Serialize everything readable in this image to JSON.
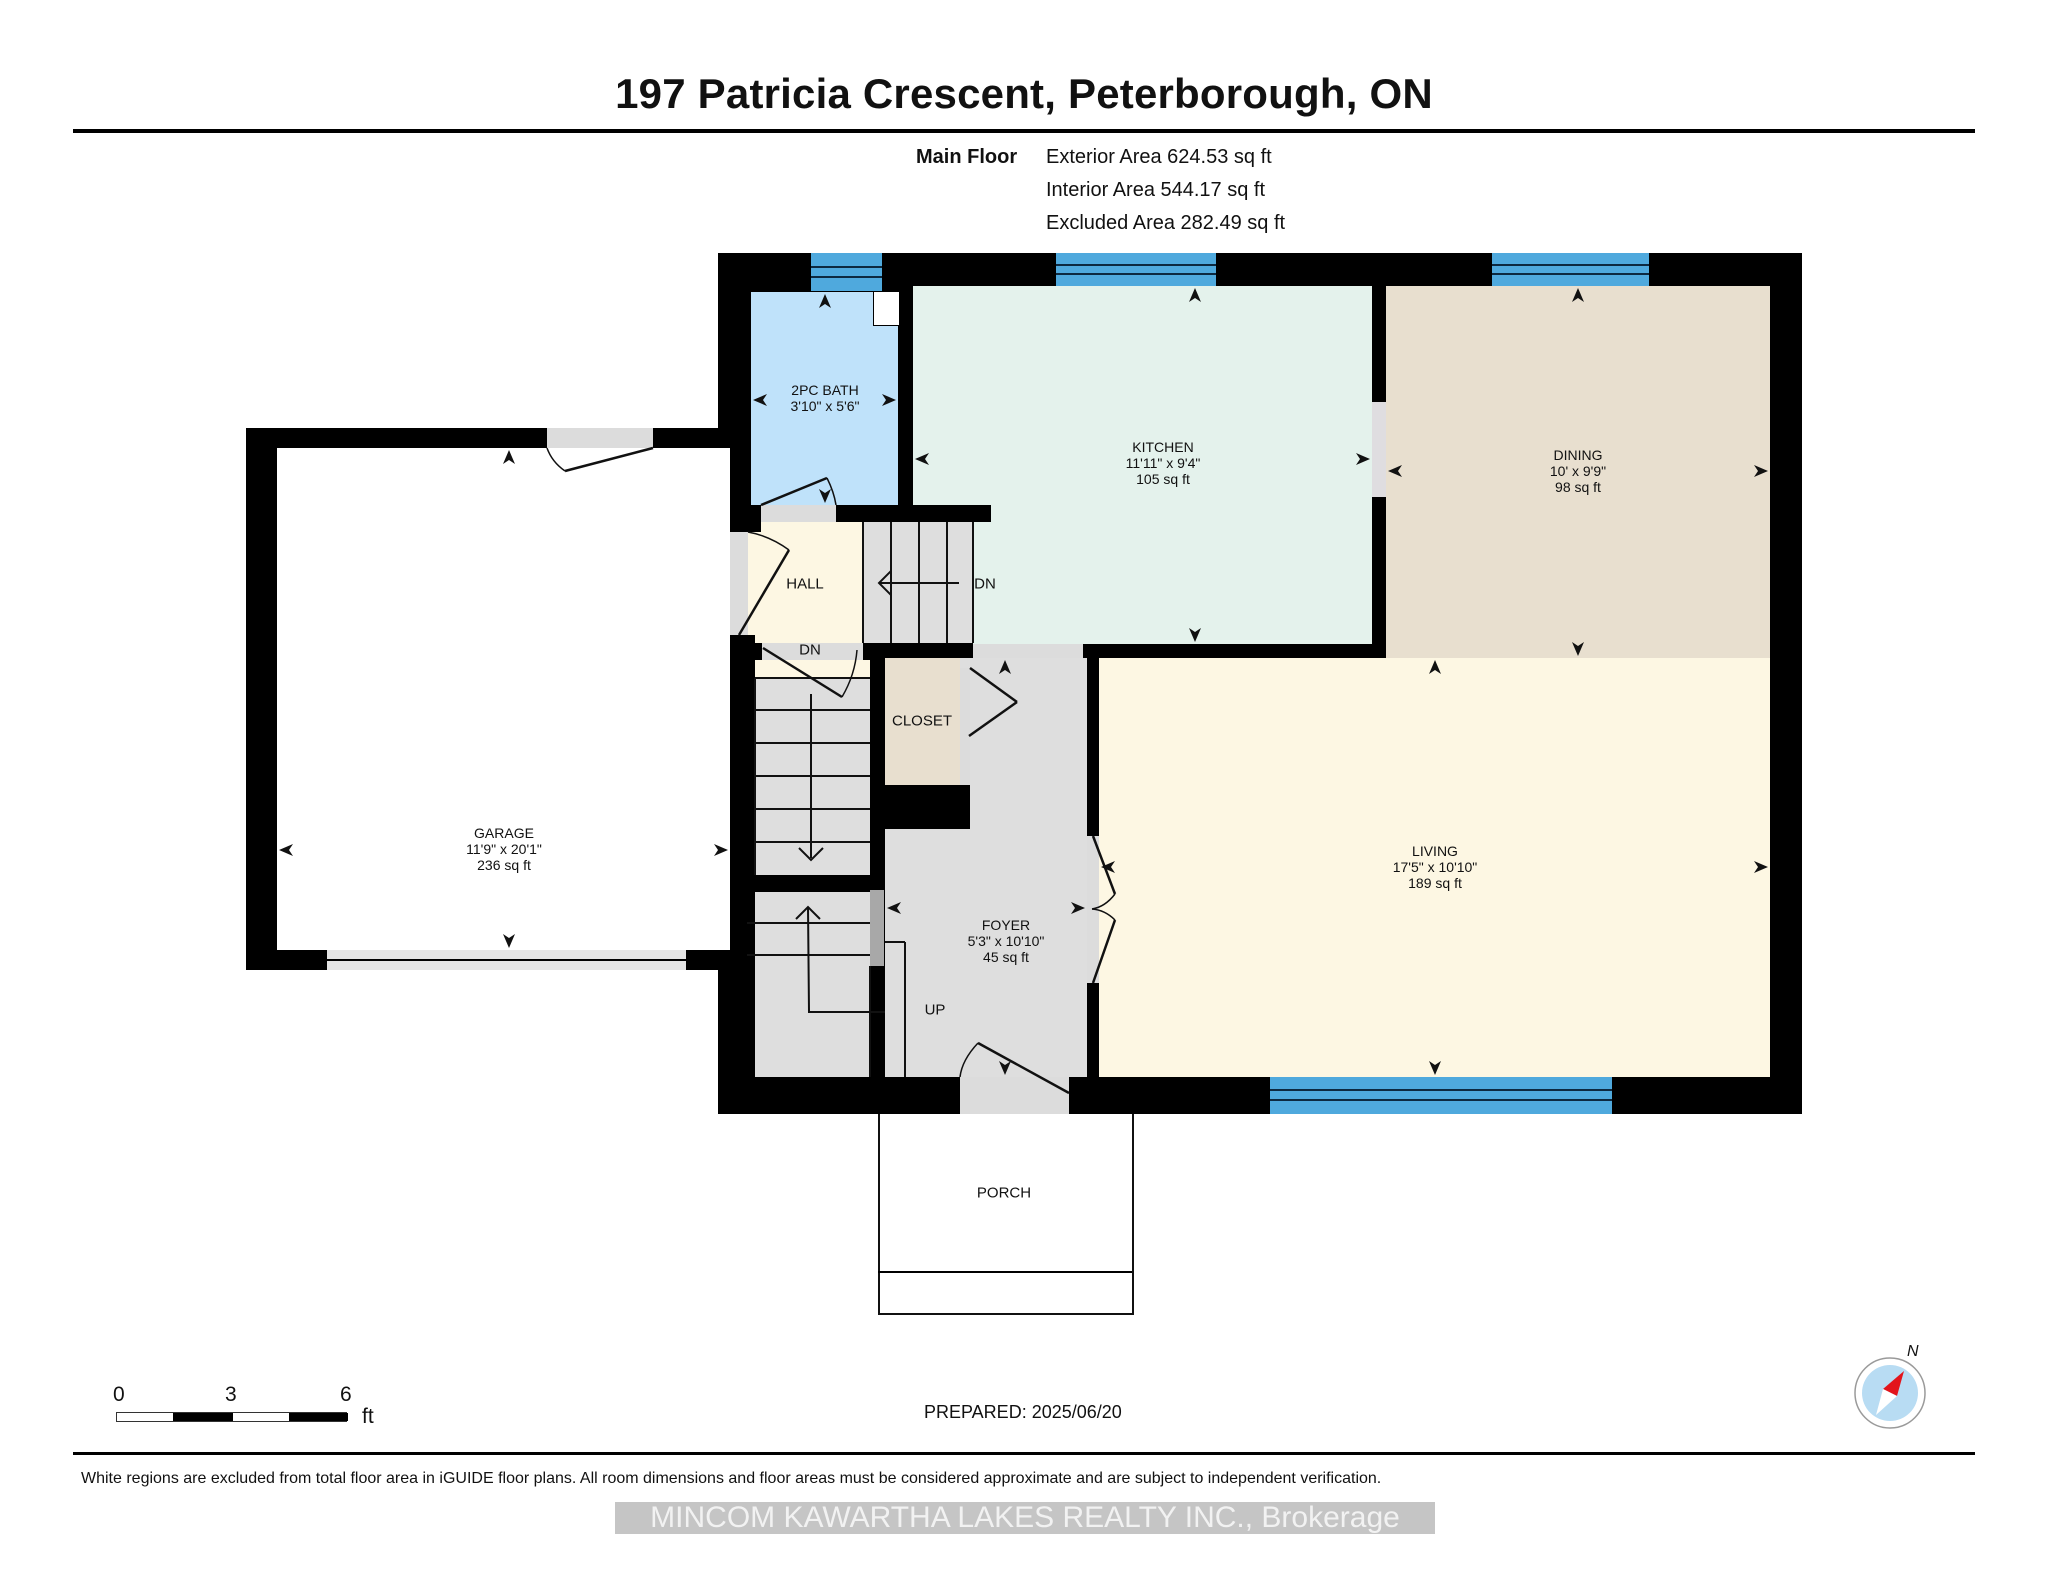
{
  "header": {
    "title": "197 Patricia Crescent, Peterborough, ON"
  },
  "summary": {
    "floor_label": "Main Floor",
    "exterior_area": "Exterior Area 624.53 sq ft",
    "interior_area": "Interior Area 544.17 sq ft",
    "excluded_area": "Excluded Area 282.49 sq ft"
  },
  "rooms": {
    "bath": {
      "name": "2PC BATH",
      "dims": "3'10\" x 5'6\"",
      "color": "#bfe2fa"
    },
    "kitchen": {
      "name": "KITCHEN",
      "dims": "11'11\" x 9'4\"",
      "area": "105 sq ft",
      "color": "#e4f2ec"
    },
    "dining": {
      "name": "DINING",
      "dims": "10' x 9'9\"",
      "area": "98 sq ft",
      "color": "#e8dfcf"
    },
    "hall": {
      "name": "HALL",
      "color": "#fdf7e3"
    },
    "closet": {
      "name": "CLOSET",
      "color": "#e8dfcf"
    },
    "garage": {
      "name": "GARAGE",
      "dims": "11'9\" x 20'1\"",
      "area": "236 sq ft",
      "color": "#ffffff"
    },
    "living": {
      "name": "LIVING",
      "dims": "17'5\" x 10'10\"",
      "area": "189 sq ft",
      "color": "#fdf7e3"
    },
    "foyer": {
      "name": "FOYER",
      "dims": "5'3\" x 10'10\"",
      "area": "45 sq ft",
      "color": "#dedede"
    },
    "porch": {
      "name": "PORCH"
    }
  },
  "stair_labels": {
    "upper_dn": "DN",
    "landing_dn": "DN",
    "up": "UP"
  },
  "scale_bar": {
    "ticks": [
      "0",
      "3",
      "6"
    ],
    "unit": "ft"
  },
  "prepared": "PREPARED: 2025/06/20",
  "compass": {
    "label": "N"
  },
  "footer": {
    "disclaimer": "White regions are excluded from total floor area in iGUIDE floor plans. All room dimensions and floor areas must be considered approximate and are subject to independent verification.",
    "watermark": "MINCOM KAWARTHA LAKES REALTY INC., Brokerage"
  },
  "colors": {
    "wall": "#000000",
    "window": "#4fa9dd",
    "opening": "#dcdcdc",
    "compass_ring": "#b8dcf3",
    "compass_needle": "#e3141b"
  }
}
